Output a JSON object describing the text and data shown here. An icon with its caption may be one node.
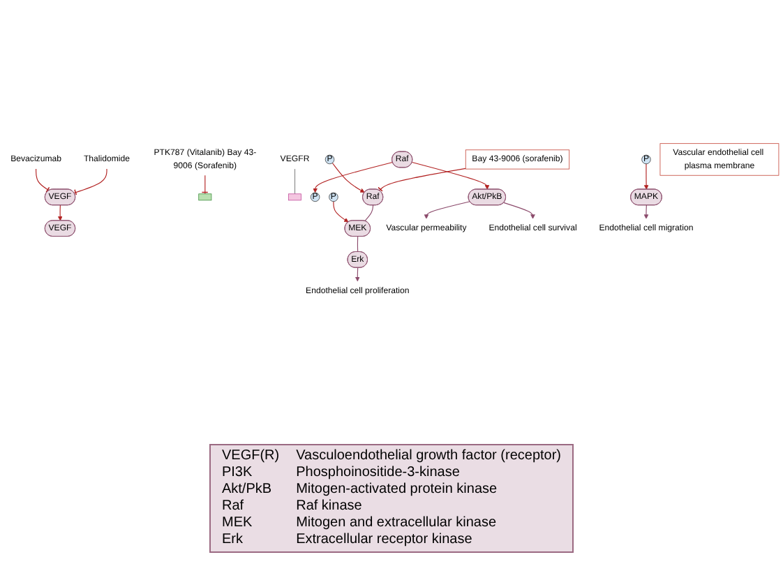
{
  "diagram": {
    "nodes": [
      {
        "text": [
          "Bevacizumab"
        ]
      },
      {
        "text": [
          "VEGF"
        ]
      },
      {
        "text": [
          "Thalidomide"
        ]
      },
      {
        "text": [
          "VEGF"
        ]
      },
      {
        "text": [],
        "shape": "bar"
      },
      {
        "text": [],
        "shape": "bar"
      },
      {
        "text": [
          "VEGFR"
        ]
      },
      {
        "text": [
          "Raf"
        ]
      },
      {
        "text": [
          "P"
        ]
      },
      {
        "text": [
          "P"
        ]
      },
      {
        "text": [
          "Raf"
        ]
      },
      {
        "text": [
          "Bay 43-9006 (sorafenib)"
        ]
      },
      {
        "text": [
          "PTK787 (Vitalanib) Bay 43-9006 (Sorafenib)"
        ]
      },
      {
        "text": [
          "P"
        ]
      },
      {
        "text": [
          "P"
        ]
      },
      {
        "text": [
          "MEK"
        ]
      },
      {
        "text": [
          "Vascular endothelial cell plasma membrane"
        ]
      },
      {
        "text": [
          "Akt/PkB"
        ]
      },
      {
        "text": [
          "MAPK"
        ]
      },
      {
        "text": [
          "Erk"
        ]
      },
      {
        "text": [
          "Vascular permeability"
        ]
      },
      {
        "text": [
          "Endothelial cell survival"
        ]
      },
      {
        "text": [
          "Endothelial cell migration"
        ]
      },
      {
        "text": [
          "Endothelial cell proliferation"
        ]
      }
    ],
    "edges": [
      {
        "from": 0,
        "to": 1,
        "arrow": "other"
      },
      {
        "from": 2,
        "to": 1,
        "arrow": "other"
      },
      {
        "from": 1,
        "to": 3,
        "arrow": "to"
      },
      {
        "from": 6,
        "to": 5,
        "arrow": "none",
        "color": "#888888"
      },
      {
        "from": 7,
        "to": 8,
        "arrow": "to"
      },
      {
        "from": 12,
        "to": 4,
        "arrow": "other"
      },
      {
        "from": 9,
        "to": 10,
        "arrow": "to"
      },
      {
        "from": 11,
        "to": 10,
        "arrow": "other"
      },
      {
        "from": 13,
        "to": 18,
        "arrow": "to"
      },
      {
        "from": 7,
        "to": 17,
        "arrow": "to"
      },
      {
        "from": 14,
        "to": 15,
        "arrow": "to"
      },
      {
        "from": 10,
        "to": 15,
        "arrow": "none",
        "color": "#8b4a6b"
      },
      {
        "from": 15,
        "to": 19,
        "arrow": "none",
        "color": "#8b4a6b"
      },
      {
        "from": 17,
        "to": 20,
        "arrow": "to",
        "color": "#8b4a6b"
      },
      {
        "from": 17,
        "to": 21,
        "arrow": "to",
        "color": "#8b4a6b"
      },
      {
        "from": 18,
        "to": 22,
        "arrow": "to",
        "color": "#8b4a6b"
      },
      {
        "from": 19,
        "to": 23,
        "arrow": "to",
        "color": "#8b4a6b"
      }
    ],
    "labels": [
      "VEGF(R)",
      "Vasculoendothelial growth factor (receptor)",
      "PI3K",
      "Phosphoinositide-3-kinase",
      "Akt/PkB",
      "Mitogen-activated protein kinase",
      "Raf",
      "Raf kinase",
      "MEK",
      "Mitogen and extracellular kinase",
      "Erk",
      "Extracellular receptor kinase"
    ]
  }
}
